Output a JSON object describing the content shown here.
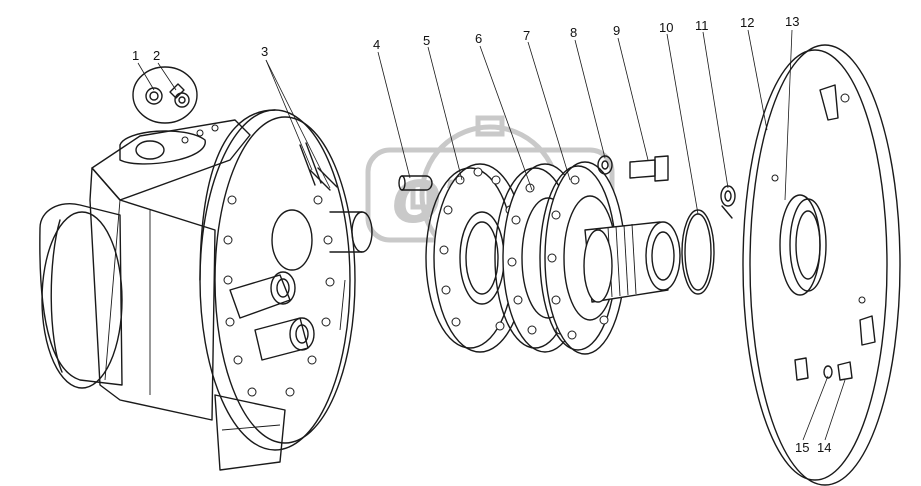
{
  "diagram": {
    "part_numbers": [
      "1",
      "2",
      "3",
      "4",
      "5",
      "6",
      "7",
      "8",
      "9",
      "10",
      "11",
      "12",
      "13",
      "14",
      "15"
    ],
    "watermark_text": "ОZ"
  }
}
